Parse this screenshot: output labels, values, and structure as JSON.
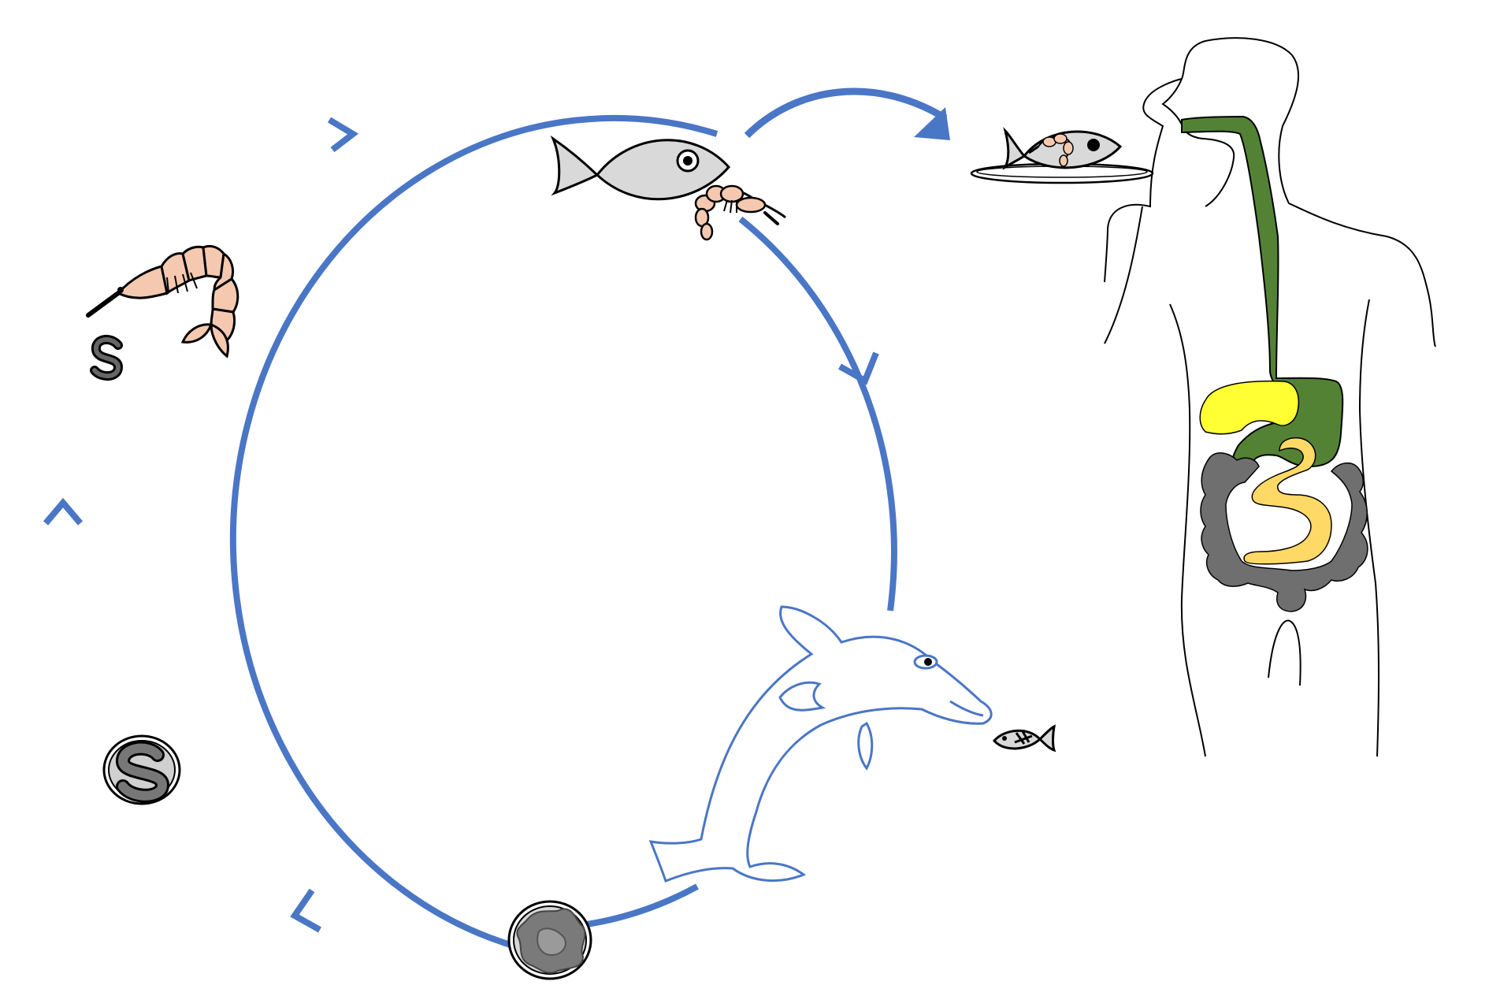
{
  "diagram": {
    "stages": [
      {
        "id": "egg-embryonated",
        "icon": "embryonated-egg-icon"
      },
      {
        "id": "egg-unembryonated",
        "icon": "unembryonated-egg-icon"
      },
      {
        "id": "free-larva",
        "icon": "larva-icon"
      },
      {
        "id": "crustacean-host",
        "icon": "shrimp-icon"
      },
      {
        "id": "fish-host",
        "icon": "fish-icon"
      },
      {
        "id": "marine-mammal-host",
        "icon": "dolphin-icon"
      },
      {
        "id": "human-accidental-host",
        "icon": "human-digestive-icon"
      }
    ],
    "colors": {
      "cycle": "#4a76c6",
      "fish": "#d9d9d9",
      "shrimp": "#f5c9b0",
      "digestive_tract": "#548235",
      "liver": "#ffff33",
      "small_intestine": "#ffd966",
      "large_intestine": "#6f6f6f",
      "dolphin_outline": "#4a76c6"
    }
  }
}
